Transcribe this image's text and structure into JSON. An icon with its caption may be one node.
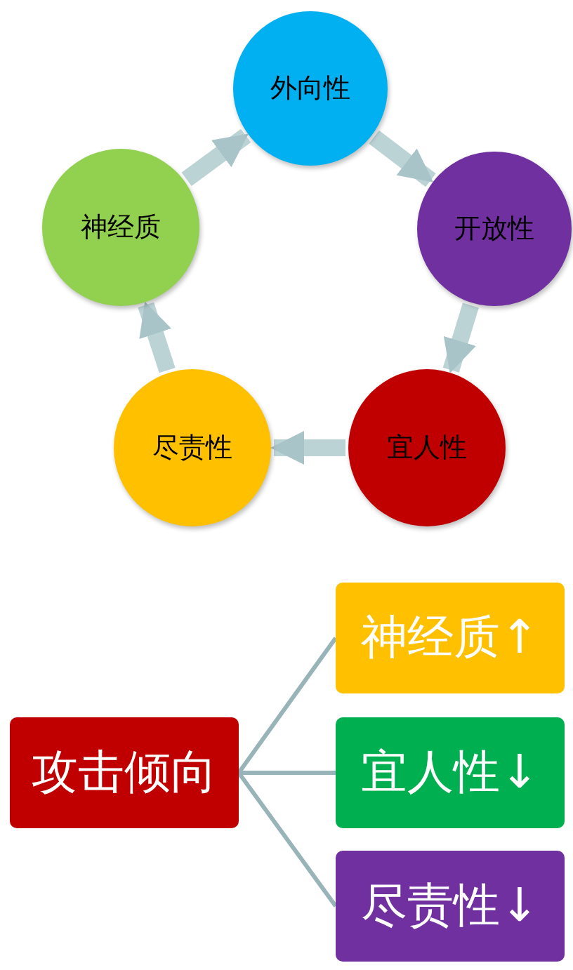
{
  "diagram": {
    "nodes": [
      {
        "text": [
          "外向性"
        ]
      },
      {
        "text": [
          "开放性"
        ]
      },
      {
        "text": [
          "宜人性"
        ]
      },
      {
        "text": [
          "尽责性"
        ]
      },
      {
        "text": [
          "神经质"
        ]
      },
      {
        "text": [
          "攻击倾向"
        ]
      },
      {
        "text": [
          "神经质↑"
        ]
      },
      {
        "text": [
          "宜人性↓"
        ]
      },
      {
        "text": [
          "尽责性↓"
        ]
      }
    ],
    "edges": [
      {
        "from": 0,
        "to": 1,
        "arrow": "to"
      },
      {
        "from": 1,
        "to": 2,
        "arrow": "to"
      },
      {
        "from": 2,
        "to": 3,
        "arrow": "to"
      },
      {
        "from": 3,
        "to": 4,
        "arrow": "to"
      },
      {
        "from": 4,
        "to": 0,
        "arrow": "to"
      },
      {
        "from": 5,
        "to": 6,
        "arrow": "none",
        "color": "#98b4b8"
      },
      {
        "from": 5,
        "to": 7,
        "arrow": "none",
        "color": "#98b4b8"
      },
      {
        "from": 5,
        "to": 8,
        "arrow": "none",
        "color": "#98b4b8"
      }
    ]
  }
}
